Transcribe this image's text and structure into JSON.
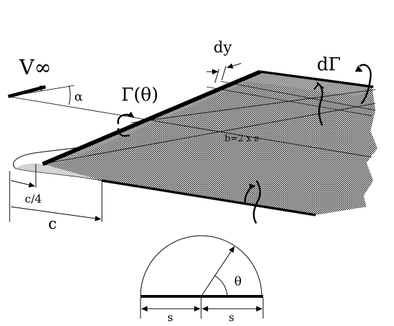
{
  "labels": {
    "freestream": "V∞",
    "alpha": "α",
    "circulation": "Γ(θ)",
    "dy": "dy",
    "d_gamma": "dΓ",
    "span": "b=2 x s",
    "quarter_chord": "c/4",
    "chord": "c",
    "theta": "θ",
    "half_span_left": "s",
    "half_span_right": "s"
  },
  "colors": {
    "ink": "#000000",
    "wing_shading": "#8a8a8a",
    "background": "#ffffff"
  },
  "icons": [
    "circulation-arrow-icon",
    "freestream-arrow-icon"
  ]
}
